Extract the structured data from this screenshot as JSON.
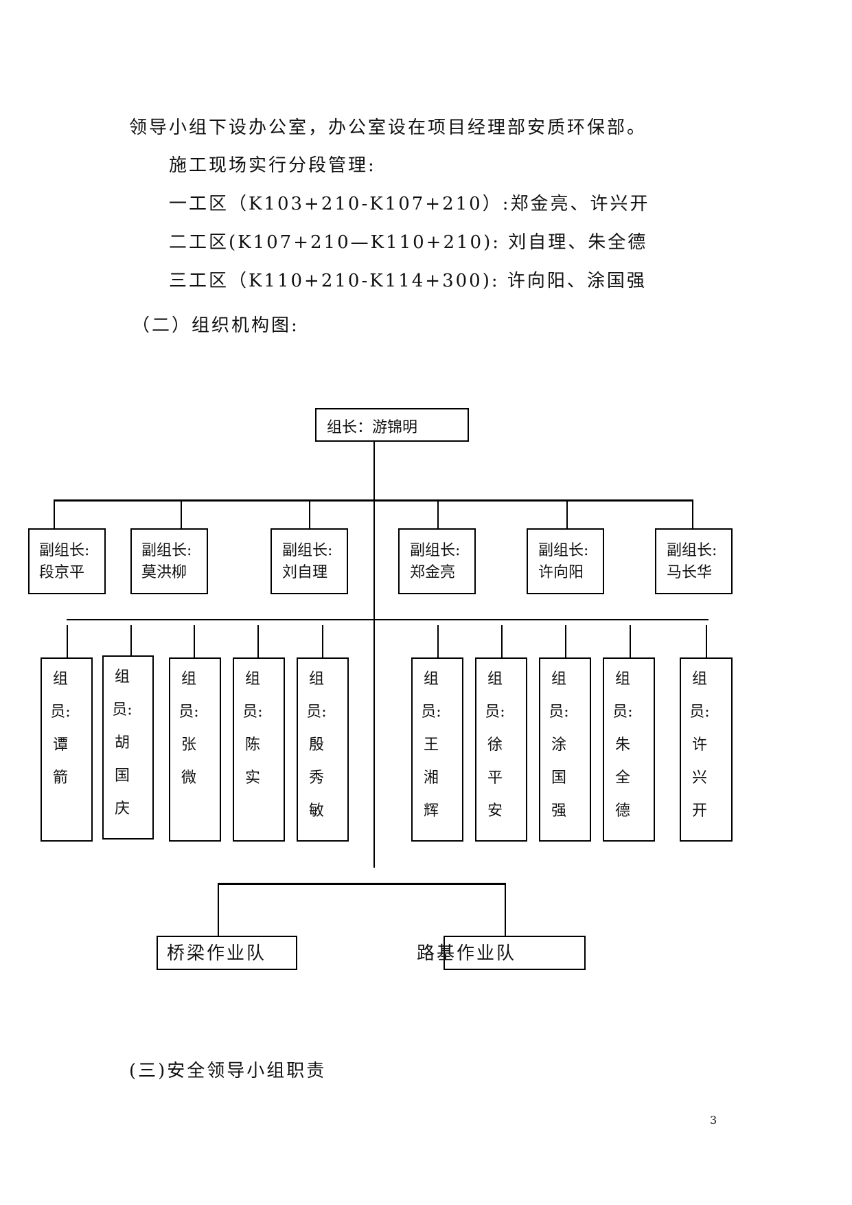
{
  "paragraphs": {
    "p1": "领导小组下设办公室，办公室设在项目经理部安质环保部。",
    "p2": "施工现场实行分段管理:",
    "p3": "一工区（K103+210-K107+210）:郑金亮、许兴开",
    "p4": "二工区(K107+210—K110+210): 刘自理、朱全德",
    "p5": "三工区（K110+210-K114+300): 许向阳、涂国强",
    "h2": "（二）组织机构图:",
    "h3": "(三)安全领导小组职责"
  },
  "org_chart": {
    "leader": "组长：游锦明",
    "deputies": [
      {
        "title": "副组长:",
        "name": "段京平"
      },
      {
        "title": "副组长:",
        "name": "莫洪柳"
      },
      {
        "title": "副组长:",
        "name": "刘自理"
      },
      {
        "title": "副组长:",
        "name": "郑金亮"
      },
      {
        "title": "副组长:",
        "name": "许向阳"
      },
      {
        "title": "副组长:",
        "name": "马长华"
      }
    ],
    "members": [
      "组员:谭箭",
      "组员:胡国庆",
      "组员:张微",
      "组员:陈实",
      "组员:殷秀敏",
      "组员:王湘辉",
      "组员:徐平安",
      "组员:涂国强",
      "组员:朱全德",
      "组员:许兴开"
    ],
    "teams": [
      "桥梁作业队",
      "路基作业队"
    ]
  },
  "page_number": "3"
}
